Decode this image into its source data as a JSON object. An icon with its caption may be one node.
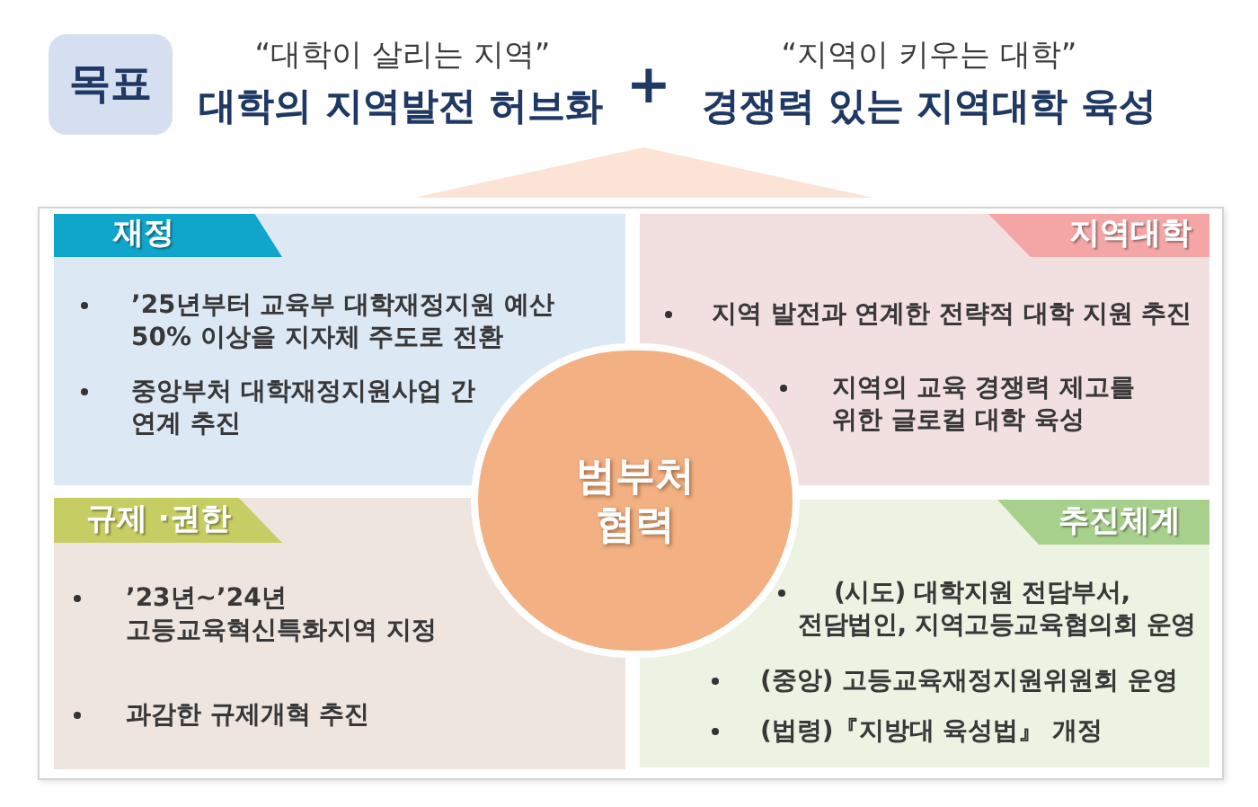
{
  "diagram": {
    "nodes": [
      {
        "text": [
          "목표"
        ]
      },
      {
        "text": [],
        "shape": "triangle"
      },
      {
        "text": [
          "재정",
          "’25년부터 교육부 대학재정지원 예산 50% 이상을 지자체 주도로 전환",
          "중앙부처 대학재정지원사업 간 연계 추진"
        ]
      },
      {
        "text": [
          "지역대학",
          "지역 발전과 연계한 전략적 대학 지원 추진",
          "지역의 교육 경쟁력 제고를 위한 글로컬 대학 육성"
        ]
      },
      {
        "text": [
          "범부처 협력"
        ]
      },
      {
        "text": [
          "규제 ·권한",
          "’23년~’24년 고등교육혁신특화지역 지정",
          "과감한 규제개혁 추진"
        ]
      },
      {
        "text": [
          "추진체계",
          "(시도) 대학지원 전담부서, 전담법인, 지역고등교육협의회 운영",
          "(중앙) 고등교육재정지원위원회 운영",
          "(법령)『지방대 육성법』 개정"
        ]
      }
    ],
    "labels": [
      "“대학이 살리는 지역”",
      "대학의 지역발전 허브화",
      "+",
      "“지역이 키우는 대학”",
      "경쟁력 있는 지역대학 육성"
    ]
  }
}
